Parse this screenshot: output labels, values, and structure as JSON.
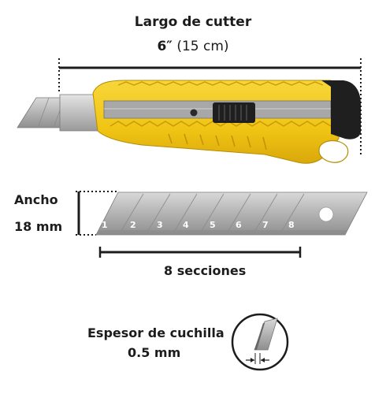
{
  "length": {
    "label": "Largo de cutter",
    "value": "6″",
    "value_metric": "(15 cm)"
  },
  "width": {
    "label": "Ancho",
    "value": "18 mm"
  },
  "sections": {
    "label": "8 secciones",
    "numbers": [
      "1",
      "2",
      "3",
      "4",
      "5",
      "6",
      "7",
      "8"
    ]
  },
  "thickness": {
    "label": "Espesor de cuchilla",
    "value": "0.5 mm"
  },
  "colors": {
    "handle": "#f2c618",
    "handle_dark": "#e0ab0c",
    "grip": "#1f1f1f",
    "blade": "#b8b8b8",
    "text": "#1c1c1c"
  }
}
